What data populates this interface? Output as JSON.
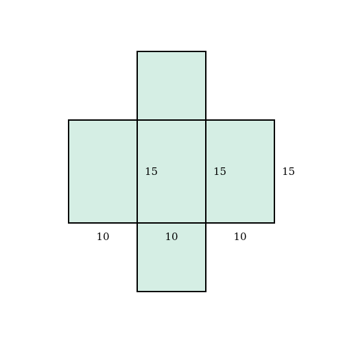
{
  "diagram": {
    "face_fill": "#d5eee4",
    "edge_color": "#000000",
    "labels": {
      "center_height": "15",
      "right_inner_height": "15",
      "right_outer_height": "15",
      "left_width": "10",
      "center_width": "10",
      "right_width": "10"
    }
  }
}
